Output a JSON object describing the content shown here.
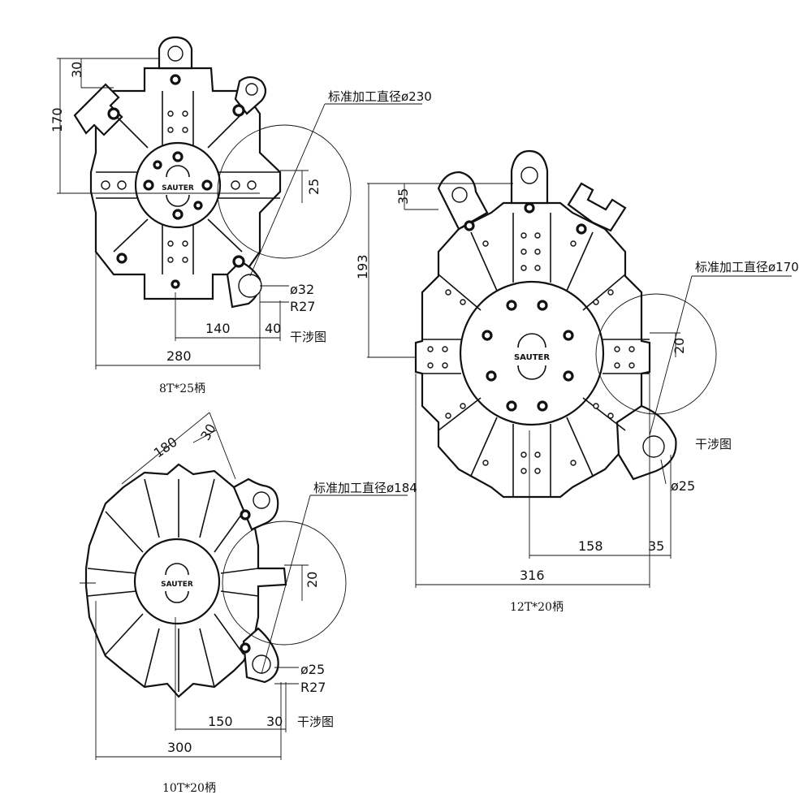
{
  "colors": {
    "ink": "#111111",
    "paper": "#ffffff"
  },
  "logo_text": "SAUTER",
  "turret_8t": {
    "caption": "8T*25柄",
    "machining_dia": "标准加工直径ø230",
    "interference": "干涉图",
    "dim_30": "30",
    "dim_170": "170",
    "dim_25": "25",
    "dim_140": "140",
    "dim_40": "40",
    "dim_280": "280",
    "dim_phi32": "ø32",
    "dim_r27": "R27"
  },
  "turret_12t": {
    "caption": "12T*20柄",
    "machining_dia": "标准加工直径ø170",
    "interference": "干涉图",
    "dim_35_top": "35",
    "dim_193": "193",
    "dim_20": "20",
    "dim_phi25": "ø25",
    "dim_158": "158",
    "dim_35": "35",
    "dim_316": "316"
  },
  "turret_10t": {
    "caption": "10T*20柄",
    "machining_dia": "标准加工直径ø184",
    "interference": "干涉图",
    "dim_180": "180",
    "dim_30_top": "30",
    "dim_20": "20",
    "dim_phi25": "ø25",
    "dim_r27": "R27",
    "dim_150": "150",
    "dim_30": "30",
    "dim_300": "300"
  }
}
